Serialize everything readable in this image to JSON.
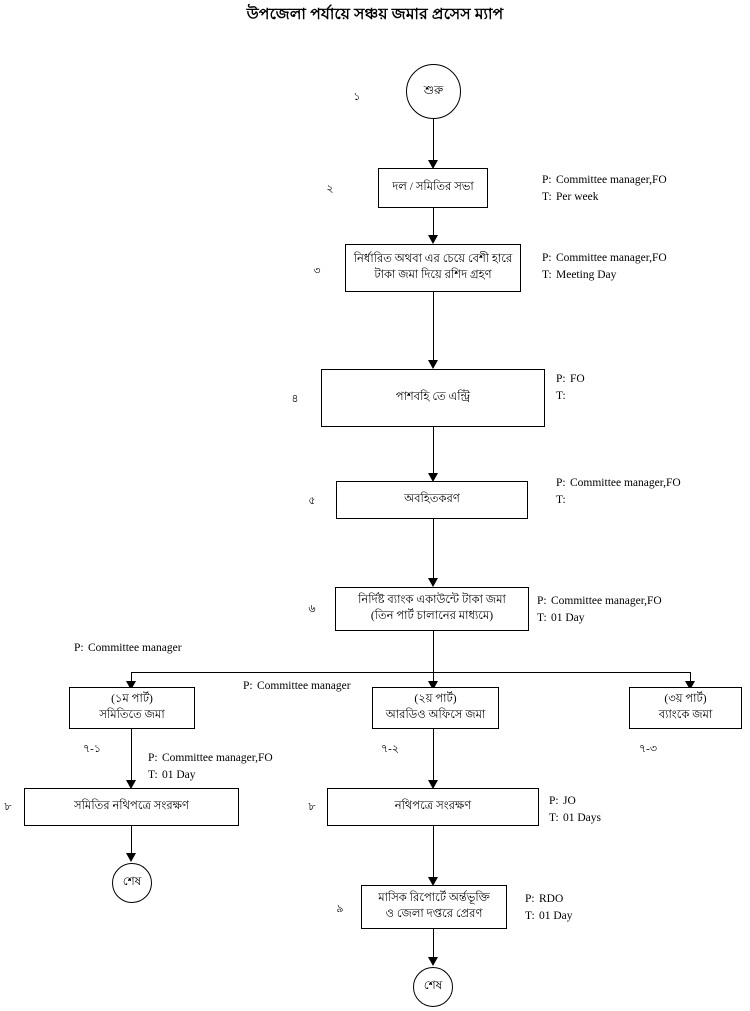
{
  "title": "উপজেলা পর্যায়ে সঞ্চয় জমার প্রসেস ম্যাপ",
  "legend": {
    "p_key": "P:",
    "t_key": "T:"
  },
  "nodes": [
    {
      "id": "start",
      "shape": "circle",
      "number": "১",
      "lines": [
        "শুরু"
      ],
      "p": "",
      "t": ""
    },
    {
      "id": "step2",
      "shape": "box",
      "number": "২",
      "lines": [
        "দল / সমিতির সভা"
      ],
      "p": "Committee manager,FO",
      "t": "Per week"
    },
    {
      "id": "step3",
      "shape": "box",
      "number": "৩",
      "lines": [
        "নির্ধারিত অথবা এর চেয়ে বেশী হারে",
        "টাকা জমা দিয়ে রশিদ গ্রহণ"
      ],
      "p": "Committee manager,FO",
      "t": "Meeting Day"
    },
    {
      "id": "step4",
      "shape": "box",
      "number": "৪",
      "lines": [
        "পাশবহি তে এন্ট্রি"
      ],
      "p": "FO",
      "t": ""
    },
    {
      "id": "step5",
      "shape": "box",
      "number": "৫",
      "lines": [
        "অবহিতকরণ"
      ],
      "p": "Committee manager,FO",
      "t": ""
    },
    {
      "id": "step6",
      "shape": "box",
      "number": "৬",
      "lines": [
        "নির্দিষ্ট ব্যাংক একাউন্টে টাকা জমা",
        "(তিন পার্ট চালানের মাধ্যমে)"
      ],
      "p": "Committee manager,FO",
      "t": "01 Day"
    },
    {
      "id": "branch1",
      "shape": "box",
      "number": "৭-১",
      "lines": [
        "(১ম পার্ট)",
        "সমিতিতে জমা"
      ],
      "p": "Committee manager",
      "t": ""
    },
    {
      "id": "branch2",
      "shape": "box",
      "number": "৭-২",
      "lines": [
        "(২য় পার্ট)",
        "আরডিও অফিসে জমা"
      ],
      "p": "Committee manager",
      "t": ""
    },
    {
      "id": "branch3",
      "shape": "box",
      "number": "৭-৩",
      "lines": [
        "(৩য় পার্ট)",
        "ব্যাংকে জমা"
      ],
      "p": "",
      "t": ""
    },
    {
      "id": "step8left",
      "shape": "box",
      "number": "৮",
      "lines": [
        "সমিতির নথিপত্রে সংরক্ষণ"
      ],
      "p": "Committee manager,FO",
      "t": "01 Day"
    },
    {
      "id": "step8right",
      "shape": "box",
      "number": "৮",
      "lines": [
        "নথিপত্রে সংরক্ষণ"
      ],
      "p": "JO",
      "t": "01 Days"
    },
    {
      "id": "step9",
      "shape": "box",
      "number": "৯",
      "lines": [
        "মাসিক রিপোর্টে অর্ন্তভূক্তি",
        "ও জেলা দপ্তরে প্রেরণ"
      ],
      "p": "RDO",
      "t": "01 Day"
    },
    {
      "id": "end_left",
      "shape": "circle",
      "number": "",
      "lines": [
        "শেষ"
      ],
      "p": "",
      "t": ""
    },
    {
      "id": "end_bottom",
      "shape": "circle",
      "number": "",
      "lines": [
        "শেষ"
      ],
      "p": "",
      "t": ""
    }
  ]
}
